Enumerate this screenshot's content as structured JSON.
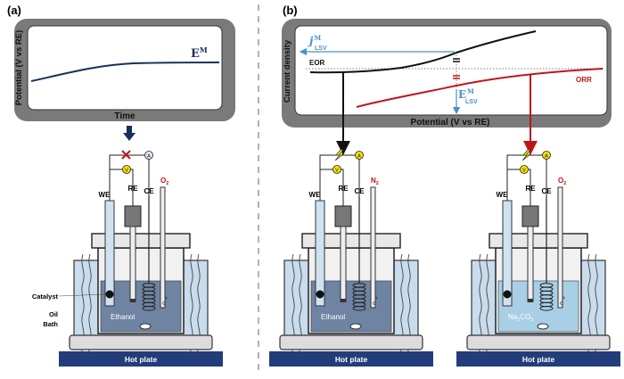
{
  "panels": {
    "a": {
      "label": "(a)",
      "plot": {
        "ylabel": "Potential (V vs RE)",
        "xlabel": "Time",
        "series_label": "E",
        "series_sup": "M"
      },
      "setup": {
        "electrodes": [
          "WE",
          "RE",
          "CE"
        ],
        "gas": "O",
        "gas_sub": "2",
        "solution": "Ethanol",
        "side_labels": [
          "Catalyst",
          "Oil",
          "Bath"
        ],
        "hotplate": "Hot plate"
      }
    },
    "b": {
      "label": "(b)",
      "plot": {
        "ylabel": "Current density",
        "xlabel": "Potential (V vs RE)",
        "jlsv": {
          "main": "j",
          "sup": "M",
          "sub": "LSV"
        },
        "elsv": {
          "main": "E",
          "sup": "M",
          "sub": "LSV"
        },
        "eor": "EOR",
        "orr": "ORR"
      },
      "setup_left": {
        "electrodes": [
          "WE",
          "RE",
          "CE"
        ],
        "gas": "N",
        "gas_sub": "2",
        "solution": "Ethanol",
        "hotplate": "Hot plate"
      },
      "setup_right": {
        "electrodes": [
          "WE",
          "RE",
          "CE"
        ],
        "gas": "O",
        "gas_sub": "2",
        "solution": "Na",
        "solution_sub": "2",
        "solution_end": "CO",
        "solution_sub2": "3",
        "hotplate": "Hot plate"
      }
    }
  },
  "meter_symbols": {
    "ammeter": "A",
    "voltmeter": "V"
  },
  "colors": {
    "navy": "#1a2e5c",
    "red": "#c0141c",
    "blue": "#4a90c8",
    "black": "#111111",
    "gray_panel": "#7a7a7a",
    "bath": "#c9dced",
    "solution_ethanol": "#6f84a3",
    "solution_na2co3": "#a8cfe6",
    "hotplate": "#223d7a",
    "gas_red": "#c0141c",
    "yellow": "#f5e000"
  },
  "icons": [
    "cross-icon",
    "lightning-icon",
    "down-arrow-icon"
  ]
}
